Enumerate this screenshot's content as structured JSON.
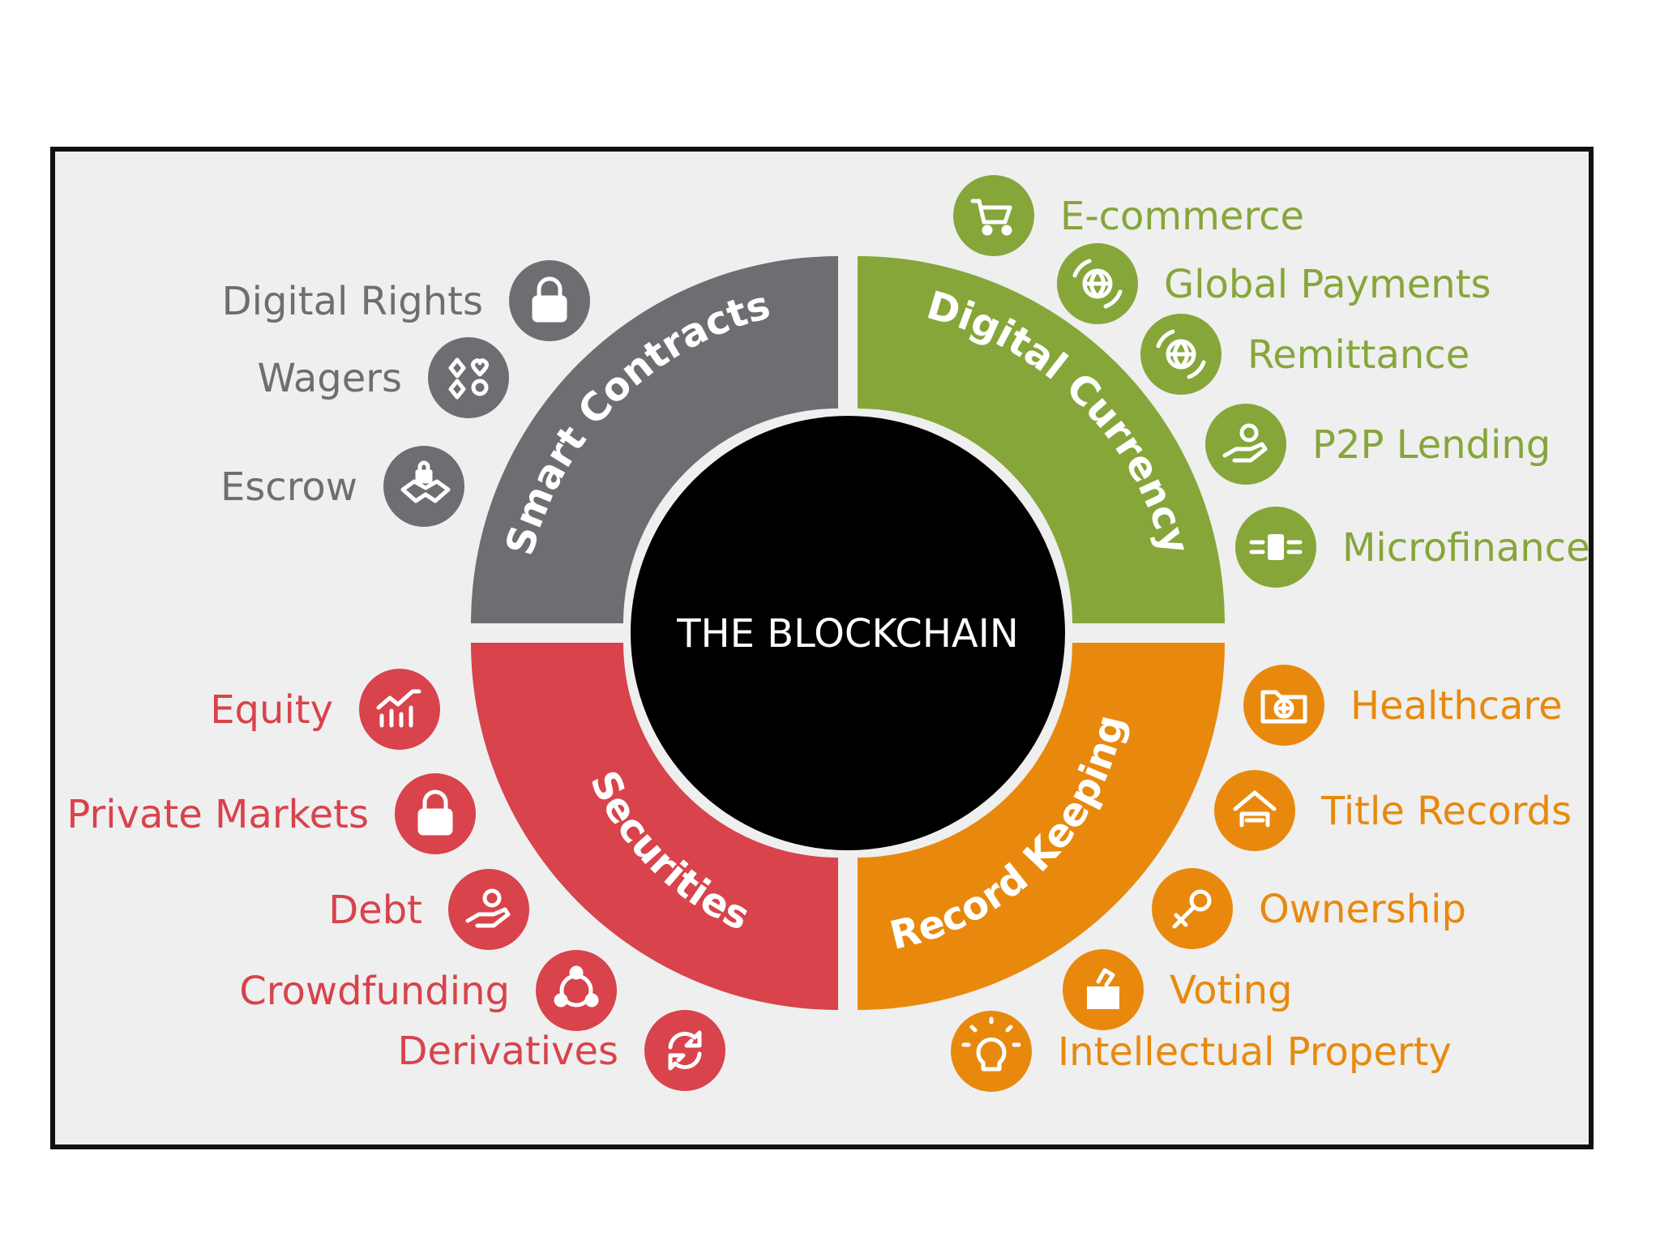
{
  "center": {
    "label": "THE BLOCKCHAIN"
  },
  "colors": {
    "smart_contracts": "#6e6e72",
    "digital_currency": "#86a63a",
    "securities": "#d8434c",
    "record_keeping": "#e8890e",
    "background": "#efefef",
    "hub": "#000000"
  },
  "quadrants": [
    {
      "id": "smart-contracts",
      "title": "Smart Contracts",
      "color_key": "smart_contracts",
      "items": [
        {
          "label": "Digital Rights",
          "icon": "padlock-icon"
        },
        {
          "label": "Wagers",
          "icon": "card-suits-icon"
        },
        {
          "label": "Escrow",
          "icon": "handshake-lock-icon"
        }
      ]
    },
    {
      "id": "digital-currency",
      "title": "Digital Currency",
      "color_key": "digital_currency",
      "items": [
        {
          "label": "E-commerce",
          "icon": "shopping-cart-icon"
        },
        {
          "label": "Global Payments",
          "icon": "globe-cycle-icon"
        },
        {
          "label": "Remittance",
          "icon": "globe-transfer-icon"
        },
        {
          "label": "P2P Lending",
          "icon": "hand-money-icon"
        },
        {
          "label": "Microfinance",
          "icon": "coin-stack-icon"
        }
      ]
    },
    {
      "id": "securities",
      "title": "Securities",
      "color_key": "securities",
      "items": [
        {
          "label": "Equity",
          "icon": "bar-chart-trend-icon"
        },
        {
          "label": "Private Markets",
          "icon": "padlock-icon"
        },
        {
          "label": "Debt",
          "icon": "hand-coin-icon"
        },
        {
          "label": "Crowdfunding",
          "icon": "people-circle-icon"
        },
        {
          "label": "Derivatives",
          "icon": "exchange-arrows-icon"
        }
      ]
    },
    {
      "id": "record-keeping",
      "title": "Record Keeping",
      "color_key": "record_keeping",
      "items": [
        {
          "label": "Healthcare",
          "icon": "medical-folder-icon"
        },
        {
          "label": "Title Records",
          "icon": "house-car-icon"
        },
        {
          "label": "Ownership",
          "icon": "key-icon"
        },
        {
          "label": "Voting",
          "icon": "ballot-box-icon"
        },
        {
          "label": "Intellectual Property",
          "icon": "lightbulb-icon"
        }
      ]
    }
  ]
}
